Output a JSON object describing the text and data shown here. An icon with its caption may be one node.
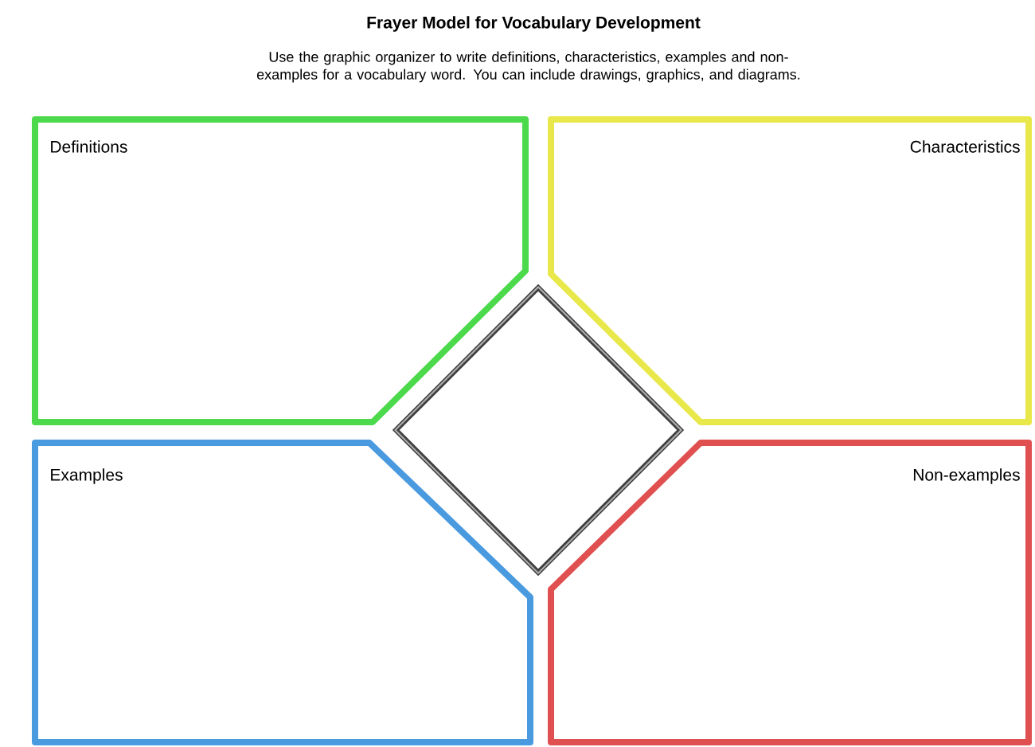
{
  "diagram": {
    "title": "Frayer Model for Vocabulary Development",
    "nodes": [
      {
        "text": [
          "Definitions"
        ]
      },
      {
        "text": [
          "Characteristics"
        ]
      },
      {
        "text": [
          "Examples"
        ]
      },
      {
        "text": [
          "Non-examples"
        ]
      },
      {
        "text": [],
        "shape": "diamond"
      }
    ],
    "labels": [
      "Use the graphic organizer to write definitions, characteristics, examples and non-examples for a vocabulary word. You can include drawings, graphics, and diagrams."
    ]
  }
}
